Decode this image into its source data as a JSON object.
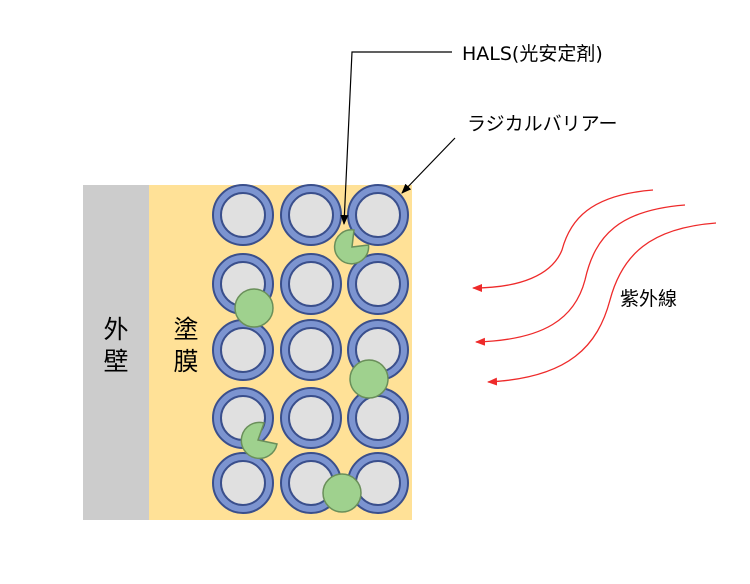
{
  "labels": {
    "outer_wall": "外壁",
    "outer_wall_chars": [
      "外",
      "壁"
    ],
    "coating_chars": [
      "塗",
      "膜"
    ],
    "coating": "塗膜",
    "hals": "HALS(光安定剤)",
    "radical_barrier": "ラジカルバリアー",
    "uv": "紫外線"
  },
  "colors": {
    "wall": "#cccccc",
    "coating": "#ffe197",
    "particle_ring": "#7c94d0",
    "particle_ring_stroke": "#3a4f8c",
    "particle_core": "#e0e0e0",
    "hals_fill": "#9fd18e",
    "hals_stroke": "#6a8f5a",
    "uv_arrow": "#ee2a2a",
    "leader_line": "#000000"
  },
  "structure": {
    "particle_rows": 5,
    "particle_cols": 3,
    "hals_molecules": [
      {
        "state": "active"
      },
      {
        "state": "active"
      },
      {
        "state": "active"
      },
      {
        "state": "consumed"
      },
      {
        "state": "consumed"
      }
    ],
    "uv_arrows": 3
  }
}
